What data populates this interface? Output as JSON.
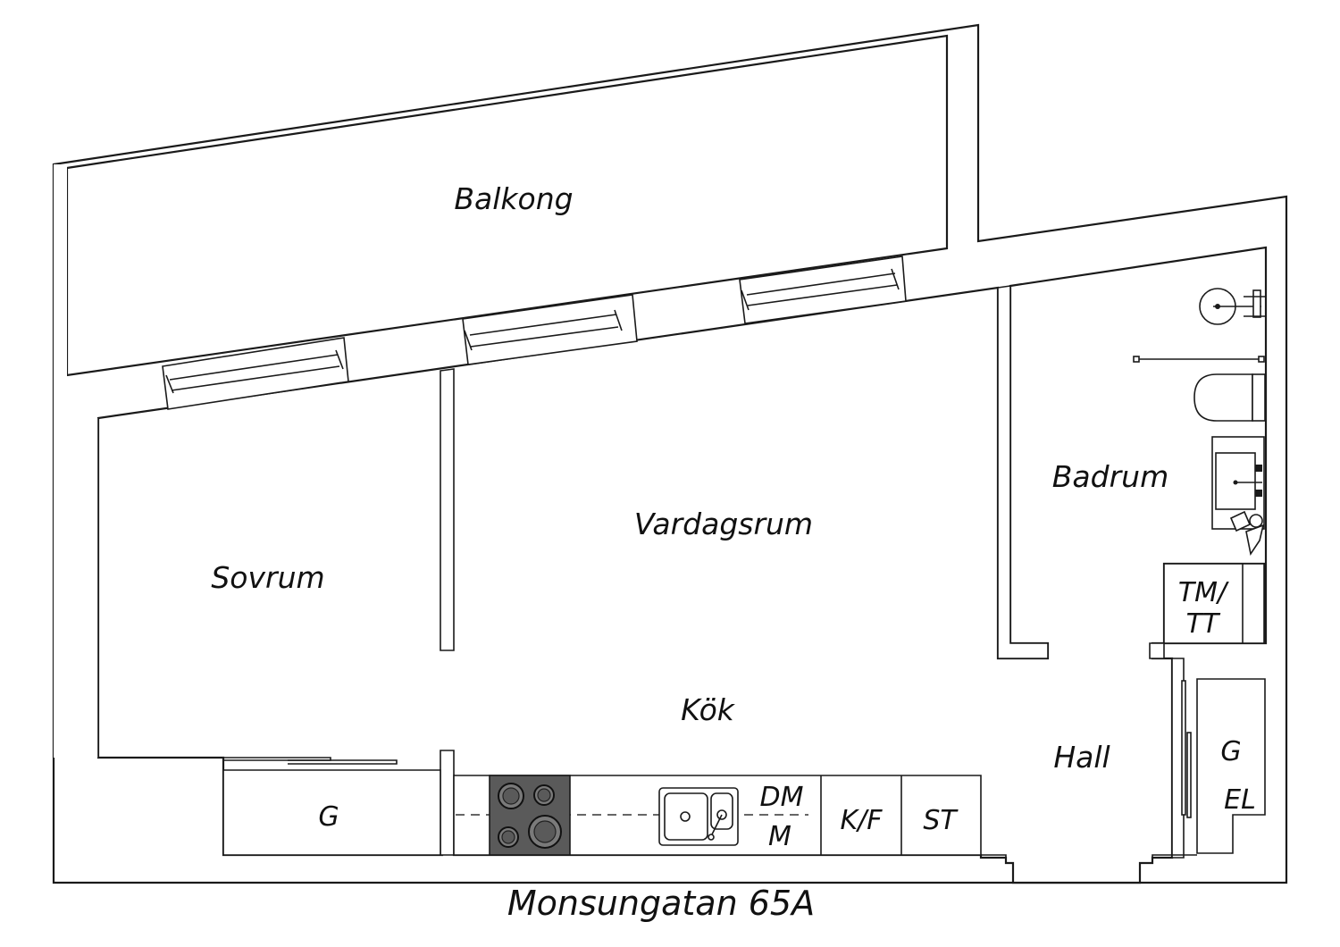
{
  "plan": {
    "address": "Monsungatan 65A",
    "rooms": {
      "balcony": "Balkong",
      "bedroom": "Sovrum",
      "living_room": "Vardagsrum",
      "kitchen": "Kök",
      "bathroom": "Badrum",
      "hall": "Hall"
    },
    "fixtures": {
      "wardrobe_bedroom": "G",
      "dishwasher_top": "DM",
      "dishwasher_bottom": "M",
      "fridge_freezer": "K/F",
      "storage": "ST",
      "washer_dryer_top": "TM/",
      "washer_dryer_bottom": "TT",
      "hall_wardrobe": "G",
      "electric_panel": "EL"
    },
    "icons": [
      "window-icon",
      "hob-icon",
      "sink-icon",
      "toilet-icon",
      "washbasin-icon",
      "shower-icon",
      "door-icon"
    ]
  }
}
